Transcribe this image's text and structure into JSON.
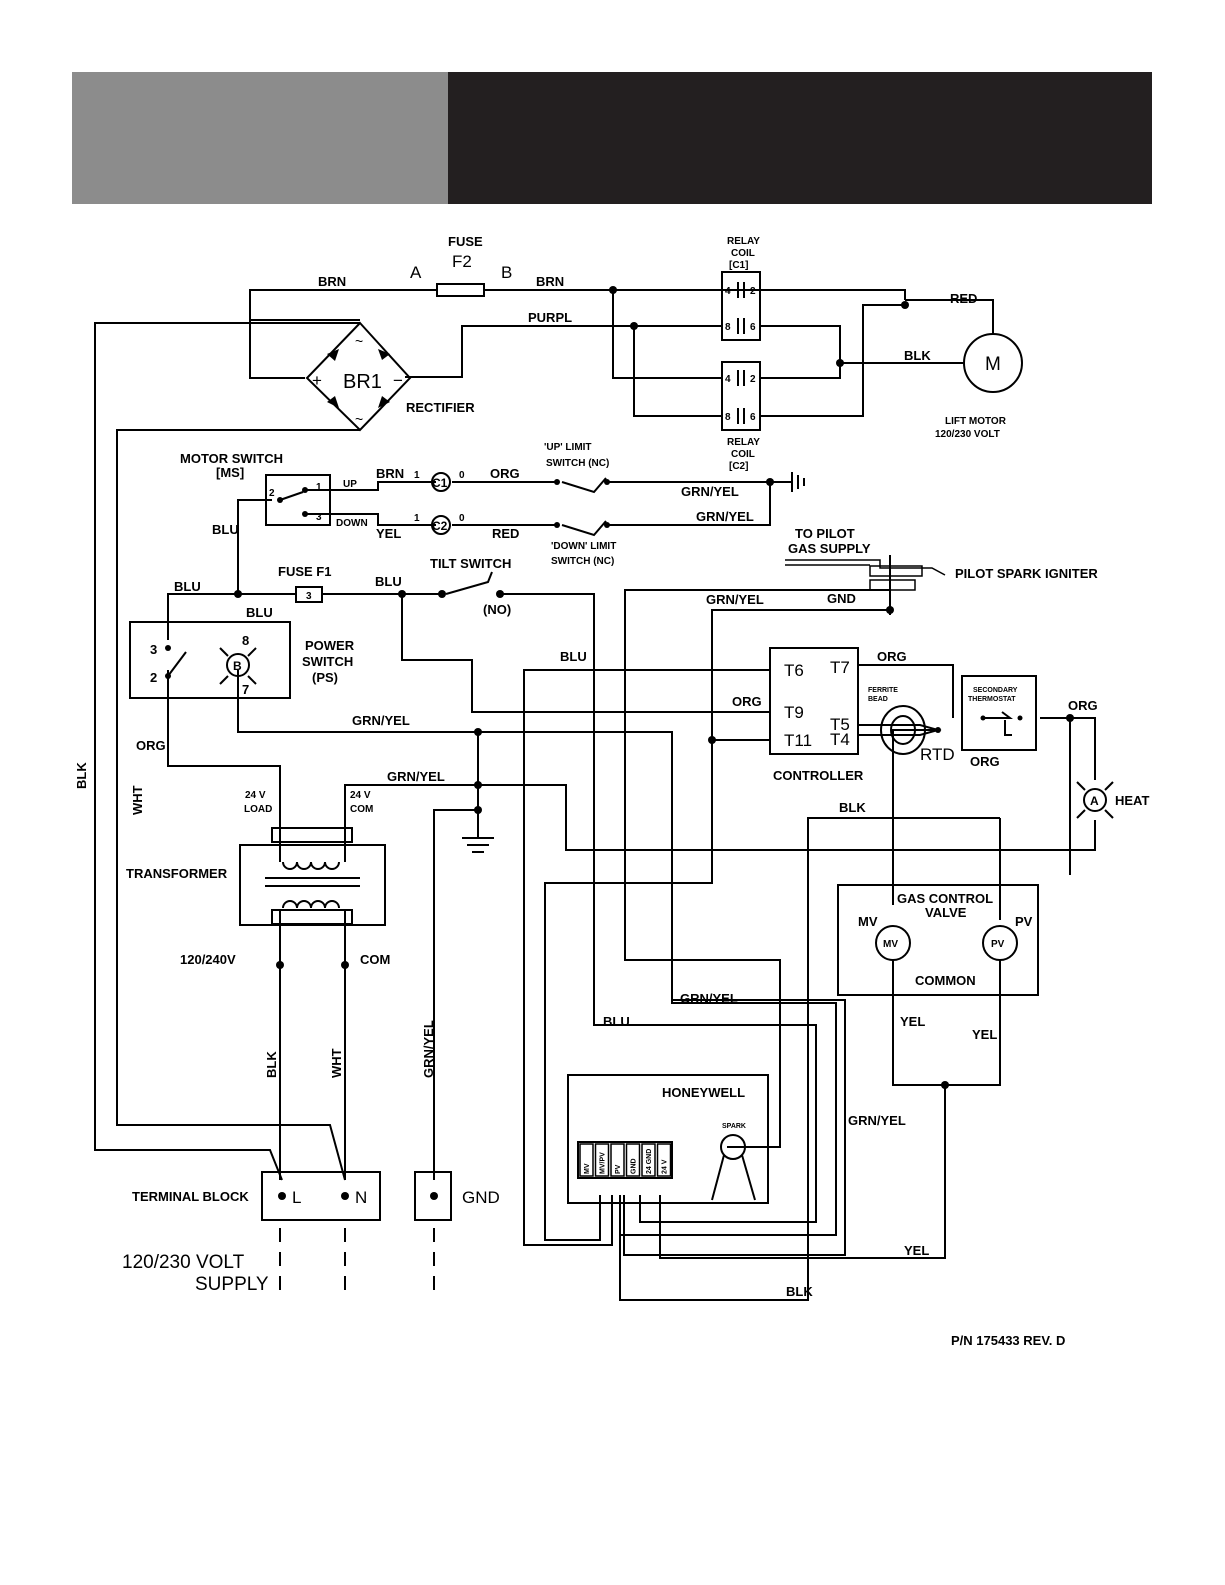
{
  "fuse_f2": {
    "title": "FUSE",
    "name": "F2",
    "a": "A",
    "b": "B"
  },
  "relay_c1": {
    "title": "RELAY",
    "coil": "COIL",
    "id": "[C1]",
    "p4": "4",
    "p2": "2",
    "p8": "8",
    "p6": "6"
  },
  "relay_c2": {
    "title": "RELAY",
    "coil": "COIL",
    "id": "[C2]",
    "p4": "4",
    "p2": "2",
    "p8": "8",
    "p6": "6"
  },
  "rectifier": {
    "label": "BR1",
    "name": "RECTIFIER",
    "plus": "+",
    "minus": "−",
    "ac1": "~",
    "ac2": "~"
  },
  "lift_motor": {
    "symbol": "M",
    "line1": "LIFT MOTOR",
    "line2": "120/230 VOLT"
  },
  "motor_switch": {
    "line1": "MOTOR SWITCH",
    "line2": "[MS]",
    "p2": "2",
    "p1": "1",
    "p3": "3",
    "up": "UP",
    "down": "DOWN"
  },
  "contacts": {
    "c1": "C1",
    "c2": "C2",
    "one": "1",
    "zero": "0"
  },
  "up_limit": {
    "line1": "'UP' LIMIT",
    "line2": "SWITCH  (NC)"
  },
  "down_limit": {
    "line1": "'DOWN'  LIMIT",
    "line2": "SWITCH  (NC)"
  },
  "pilot": {
    "line1": "TO  PILOT",
    "line2": "GAS SUPPLY",
    "igniter": "PILOT  SPARK  IGNITER"
  },
  "fuse_f1": {
    "label": "FUSE  F1",
    "num": "3"
  },
  "tilt_switch": {
    "label": "TILT  SWITCH",
    "no": "(NO)"
  },
  "power_switch": {
    "line1": "POWER",
    "line2": "SWITCH",
    "line3": "(PS)",
    "symbol": "B",
    "p3": "3",
    "p2": "2",
    "p8": "8",
    "p7": "7"
  },
  "controller": {
    "label": "CONTROLLER",
    "t6": "T6",
    "t7": "T7",
    "t9": "T9",
    "t11": "T11",
    "t5": "T5",
    "t4": "T4"
  },
  "ferrite": {
    "line1": "FERRITE",
    "line2": "BEAD",
    "rtd": "RTD"
  },
  "secondary_thermostat": {
    "line1": "SECONDARY",
    "line2": "THERMOSTAT"
  },
  "heat": {
    "symbol": "A",
    "label": "HEAT"
  },
  "transformer": {
    "label": "TRANSFORMER",
    "load_v": "24  V",
    "load": "LOAD",
    "com_v": "24  V",
    "com": "COM",
    "primary": "120/240V",
    "primary_com": "COM"
  },
  "gas_valve": {
    "line1": "GAS  CONTROL",
    "line2": "VALVE",
    "mv": "MV",
    "pv": "PV",
    "common": "COMMON"
  },
  "honeywell": {
    "label": "HONEYWELL",
    "spark": "SPARK",
    "pins": [
      "MV",
      "MV/PV",
      "PV",
      "GND",
      "24 GND",
      "24 V"
    ]
  },
  "terminal_block": {
    "label": "TERMINAL  BLOCK",
    "l": "L",
    "n": "N",
    "gnd": "GND"
  },
  "supply": {
    "line1": "120/230  VOLT",
    "line2": "SUPPLY"
  },
  "part_number": "P/N  175433  REV.  D",
  "wires": {
    "brn": "BRN",
    "purpl": "PURPL",
    "red": "RED",
    "blk": "BLK",
    "org": "ORG",
    "yel": "YEL",
    "blu": "BLU",
    "grnyel": "GRN/YEL",
    "gnd": "GND",
    "wht": "WHT"
  }
}
